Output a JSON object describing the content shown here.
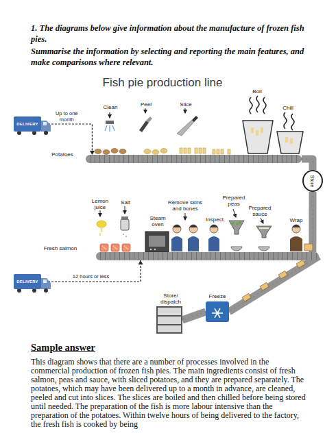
{
  "diagram": {
    "title": "Fish pie production line",
    "nodes": [
      {
        "text": [
          "DELIVERY"
        ]
      },
      {
        "text": [
          "Potatoes"
        ]
      },
      {
        "text": [
          "Store"
        ]
      },
      {
        "text": [
          "DELIVERY"
        ]
      },
      {
        "text": [
          "Fresh salmon"
        ]
      },
      {
        "text": [
          "Freeze"
        ]
      },
      {
        "text": [
          "Store/ dispatch"
        ]
      }
    ],
    "edges": [
      {
        "from": 0,
        "to": 1,
        "label": "Up to one month",
        "arrow": "to"
      },
      {
        "from": 1,
        "to": 2,
        "arrow": "none"
      },
      {
        "from": 2,
        "to": 4,
        "arrow": "none"
      },
      {
        "from": 3,
        "to": 4,
        "label": "12 hours or less",
        "arrow": "to"
      },
      {
        "from": 4,
        "to": 5,
        "arrow": "none"
      },
      {
        "from": 5,
        "to": 6,
        "arrow": "none"
      }
    ],
    "labels": [
      "1. The diagrams below give information about the manufacture of frozen fish pies.",
      "Summarise the information by selecting and reporting the main features, and make comparisons where relevant.",
      "Clean",
      "Peel",
      "Slice",
      "Boil",
      "Chill",
      "Lemon juice",
      "Salt",
      "Steam oven",
      "Remove skins and bones",
      "Inspect",
      "Prepared peas",
      "Prepared sauce",
      "Wrap",
      "Sample answer",
      "This diagram shows that there are a number of processes involved in the commercial production of frozen fish pies. The main ingredients consist of fresh salmon, peas and sauce, with sliced potatoes, and they are prepared separately. The potatoes, which may have been delivered up to a month in advance, are cleaned, peeled and cut into slices. The slices are boiled and then chilled before being stored until needed. The preparation of the fish is more labour intensive than the preparation of the potatoes. Within twelve hours of being delivered to the factory, the fresh fish is cooked by being"
    ]
  }
}
